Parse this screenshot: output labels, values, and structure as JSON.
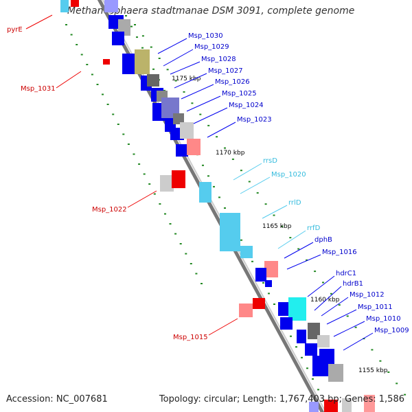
{
  "title": "Methanosphaera stadtmanae DSM 3091, complete genome",
  "accession": "Accession: NC_007681",
  "topology": "Topology: circular; Length: 1,767,403 bp; Genes: 1,586",
  "colors": {
    "backbone": "#999999",
    "forward_gene": "#0000ee",
    "forward_label": "#0000cc",
    "reverse_gene": "#ee0000",
    "reverse_label": "#cc0000",
    "rna": "#55ccee",
    "rna_label": "#33bbdd",
    "tick": "#228822"
  },
  "ticks": [
    {
      "label": "1175 kbp"
    },
    {
      "label": "1170 kbp"
    },
    {
      "label": "1165 kbp"
    },
    {
      "label": "1160 kbp"
    },
    {
      "label": "1155 kbp"
    }
  ],
  "labels": [
    {
      "text": "Msp_1030",
      "kind": "forward"
    },
    {
      "text": "Msp_1029",
      "kind": "forward"
    },
    {
      "text": "Msp_1028",
      "kind": "forward"
    },
    {
      "text": "Msp_1027",
      "kind": "forward"
    },
    {
      "text": "Msp_1026",
      "kind": "forward"
    },
    {
      "text": "Msp_1025",
      "kind": "forward"
    },
    {
      "text": "Msp_1024",
      "kind": "forward"
    },
    {
      "text": "Msp_1023",
      "kind": "forward"
    },
    {
      "text": "rrsD",
      "kind": "rna"
    },
    {
      "text": "Msp_1020",
      "kind": "rna"
    },
    {
      "text": "rrlD",
      "kind": "rna"
    },
    {
      "text": "rrfD",
      "kind": "rna"
    },
    {
      "text": "dphB",
      "kind": "forward"
    },
    {
      "text": "Msp_1016",
      "kind": "forward"
    },
    {
      "text": "hdrC1",
      "kind": "forward"
    },
    {
      "text": "hdrB1",
      "kind": "forward"
    },
    {
      "text": "Msp_1012",
      "kind": "forward"
    },
    {
      "text": "Msp_1011",
      "kind": "forward"
    },
    {
      "text": "Msp_1010",
      "kind": "forward"
    },
    {
      "text": "Msp_1009",
      "kind": "forward"
    },
    {
      "text": "pyrE",
      "kind": "reverse"
    },
    {
      "text": "Msp_1031",
      "kind": "reverse"
    },
    {
      "text": "Msp_1022",
      "kind": "reverse"
    },
    {
      "text": "Msp_1015",
      "kind": "reverse"
    }
  ]
}
